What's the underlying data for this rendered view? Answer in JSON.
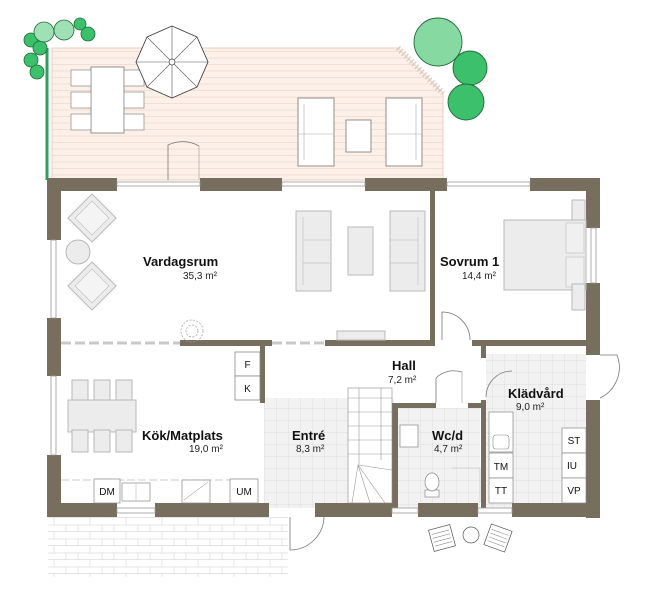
{
  "plan": {
    "rooms": [
      {
        "id": "vardagsrum",
        "name": "Vardagsrum",
        "area": "35,3 m²"
      },
      {
        "id": "sovrum1",
        "name": "Sovrum 1",
        "area": "14,4 m²"
      },
      {
        "id": "hall",
        "name": "Hall",
        "area": "7,2 m²"
      },
      {
        "id": "kladvard",
        "name": "Klädvård",
        "area": "9,0 m²"
      },
      {
        "id": "kok",
        "name": "Kök/Matplats",
        "area": "19,0 m²"
      },
      {
        "id": "entre",
        "name": "Entré",
        "area": "8,3 m²"
      },
      {
        "id": "wc",
        "name": "Wc/d",
        "area": "4,7 m²"
      }
    ],
    "fixtures": {
      "fridge": "F",
      "freezer": "K",
      "dishwasher": "DM",
      "microwave": "UM",
      "washer": "TM",
      "dryer": "TT",
      "storage": "ST",
      "iu": "IU",
      "water_heater": "VP"
    }
  },
  "colors": {
    "wall": "#776e5e",
    "deck": "#fdf0e8",
    "tile": "#f1f1f1",
    "tree_dark": "#3cc06c",
    "tree_light": "#86d9a0"
  }
}
